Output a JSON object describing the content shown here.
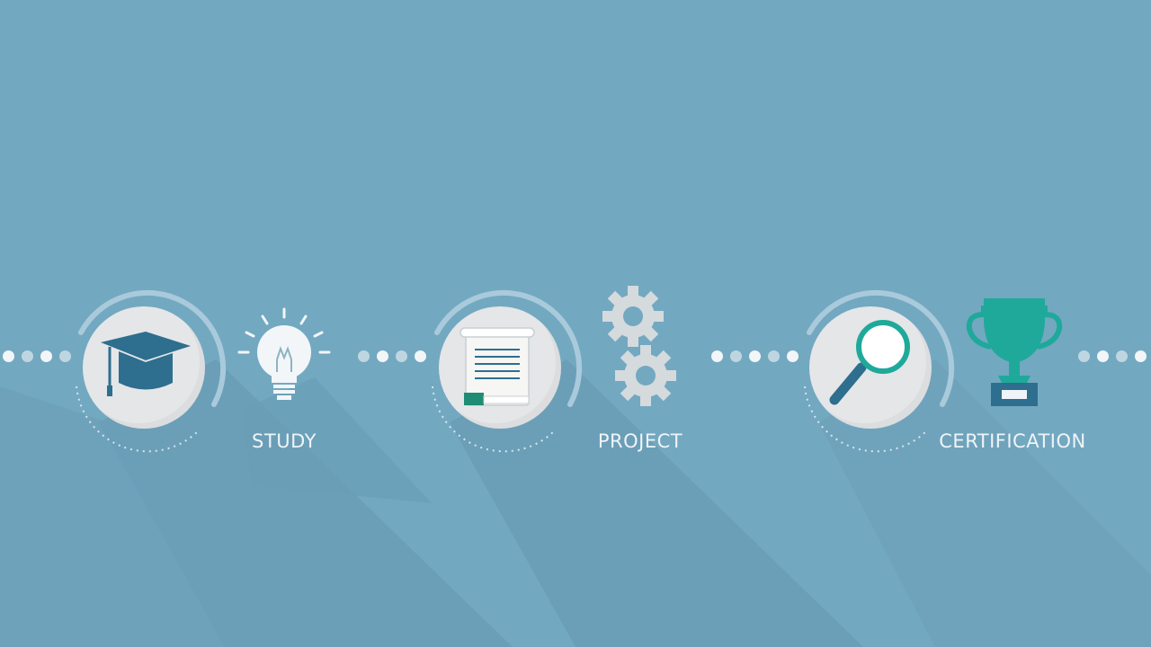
{
  "colors": {
    "background": "#73a8c1",
    "shadow": "#5f93ad",
    "disc": "#e4e6e8",
    "navy": "#2e6e8e",
    "teal": "#1fa99a",
    "gray_icon": "#d5dadd",
    "label": "#eef4f7"
  },
  "steps": [
    {
      "label": "STUDY",
      "main_icon": "graduation-cap-icon",
      "side_icon": "lightbulb-icon"
    },
    {
      "label": "PROJECT",
      "main_icon": "document-scroll-icon",
      "side_icon": "gears-icon"
    },
    {
      "label": "CERTIFICATION",
      "main_icon": "magnifying-glass-icon",
      "side_icon": "trophy-icon"
    }
  ]
}
